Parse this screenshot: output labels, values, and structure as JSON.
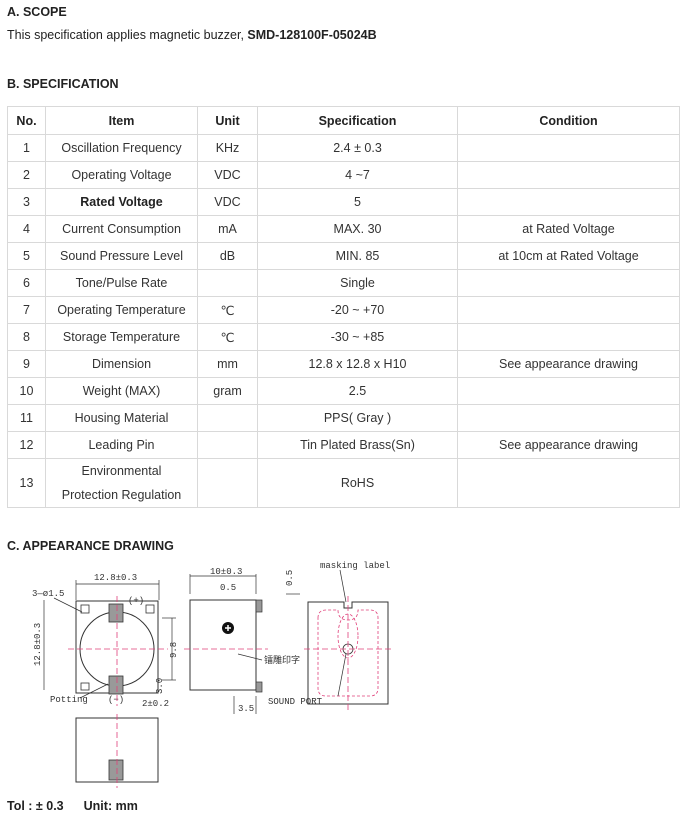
{
  "scope": {
    "title": "A. SCOPE",
    "text": "This specification applies magnetic buzzer, ",
    "model": "SMD-128100F-05024B"
  },
  "specification": {
    "title": "B. SPECIFICATION",
    "headers": [
      "No.",
      "Item",
      "Unit",
      "Specification",
      "Condition"
    ],
    "rows": [
      {
        "no": "1",
        "item": "Oscillation Frequency",
        "unit": "KHz",
        "spec": "2.4 ± 0.3",
        "cond": ""
      },
      {
        "no": "2",
        "item": "Operating Voltage",
        "unit": "VDC",
        "spec": "4 ~7",
        "cond": ""
      },
      {
        "no": "3",
        "item": "Rated Voltage",
        "unit": "VDC",
        "spec": "5",
        "cond": ""
      },
      {
        "no": "4",
        "item": "Current Consumption",
        "unit": "mA",
        "spec": "MAX. 30",
        "cond": "at Rated Voltage"
      },
      {
        "no": "5",
        "item": "Sound Pressure Level",
        "unit": "dB",
        "spec": "MIN. 85",
        "cond": "at 10cm at Rated Voltage"
      },
      {
        "no": "6",
        "item": "Tone/Pulse Rate",
        "unit": "",
        "spec": "Single",
        "cond": ""
      },
      {
        "no": "7",
        "item": "Operating Temperature",
        "unit": "℃",
        "spec": "-20 ~ +70",
        "cond": ""
      },
      {
        "no": "8",
        "item": "Storage Temperature",
        "unit": "℃",
        "spec": "-30 ~ +85",
        "cond": ""
      },
      {
        "no": "9",
        "item": "Dimension",
        "unit": "mm",
        "spec": "12.8 x 12.8 x H10",
        "cond": "See appearance drawing"
      },
      {
        "no": "10",
        "item": "Weight (MAX)",
        "unit": "gram",
        "spec": "2.5",
        "cond": ""
      },
      {
        "no": "11",
        "item": "Housing Material",
        "unit": "",
        "spec": "PPS( Gray )",
        "cond": ""
      },
      {
        "no": "12",
        "item": "Leading Pin",
        "unit": "",
        "spec": "Tin Plated Brass(Sn)",
        "cond": "See appearance drawing"
      },
      {
        "no": "13",
        "item_line1": "Environmental",
        "item_line2": "Protection Regulation",
        "unit": "",
        "spec": "RoHS",
        "cond": ""
      }
    ]
  },
  "drawing": {
    "title": "C. APPEARANCE DRAWING",
    "labels": {
      "width": "12.8±0.3",
      "height": "12.8±0.3",
      "holes": "3—ø1.5",
      "plus": "(+)",
      "minus": "(−)",
      "potting": "Potting",
      "center": "9.8",
      "pin_gap": "3.0",
      "pin_width": "2±0.2",
      "side_width": "10±0.3",
      "side_top": "0.5",
      "side_gap": "0.5",
      "side_bottom": "3.5",
      "masking_label": "masking label",
      "chinese_label": "镭雕印字",
      "sound_port": "SOUND PORT"
    }
  },
  "footer": {
    "tolerance": "Tol : ± 0.3",
    "unit": "Unit: mm"
  }
}
